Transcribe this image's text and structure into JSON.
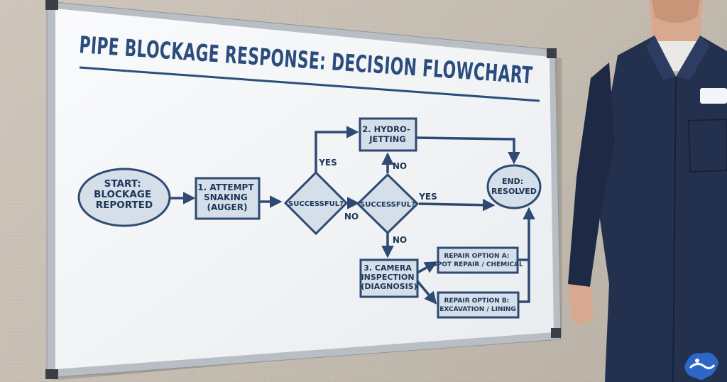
{
  "title": "PIPE BLOCKAGE RESPONSE: DECISION FLOWCHART",
  "nodes": {
    "start": [
      "START:",
      "BLOCKAGE",
      "REPORTED"
    ],
    "snaking": [
      "1. ATTEMPT",
      "SNAKING",
      "(AUGER)"
    ],
    "decision1": [
      "SUCCESSFUL?"
    ],
    "decision2": [
      "SUCCESSFUL?"
    ],
    "hydro": [
      "2. HYDRO-",
      "JETTING"
    ],
    "camera": [
      "3. CAMERA",
      "INSPECTION",
      "(DIAGNOSIS)"
    ],
    "repair_a": [
      "REPAIR OPTION A:",
      "SPOT REPAIR / CHEMICAL"
    ],
    "repair_b": [
      "REPAIR OPTION B:",
      "EXCAVATION / LINING"
    ],
    "end": [
      "END:",
      "RESOLVED"
    ]
  },
  "edge_labels": {
    "d1_yes": "YES",
    "d1_no": "NO",
    "d2_yes": "YES",
    "d2_no_up": "NO",
    "d2_no_down": "NO"
  },
  "colors": {
    "board": "#f4f6f8",
    "frame": "#b9bec4",
    "ink": "#2b4d7e",
    "node_fill": "#d4dfea",
    "node_stroke": "#2e4a73",
    "uniform": "#23314f"
  }
}
